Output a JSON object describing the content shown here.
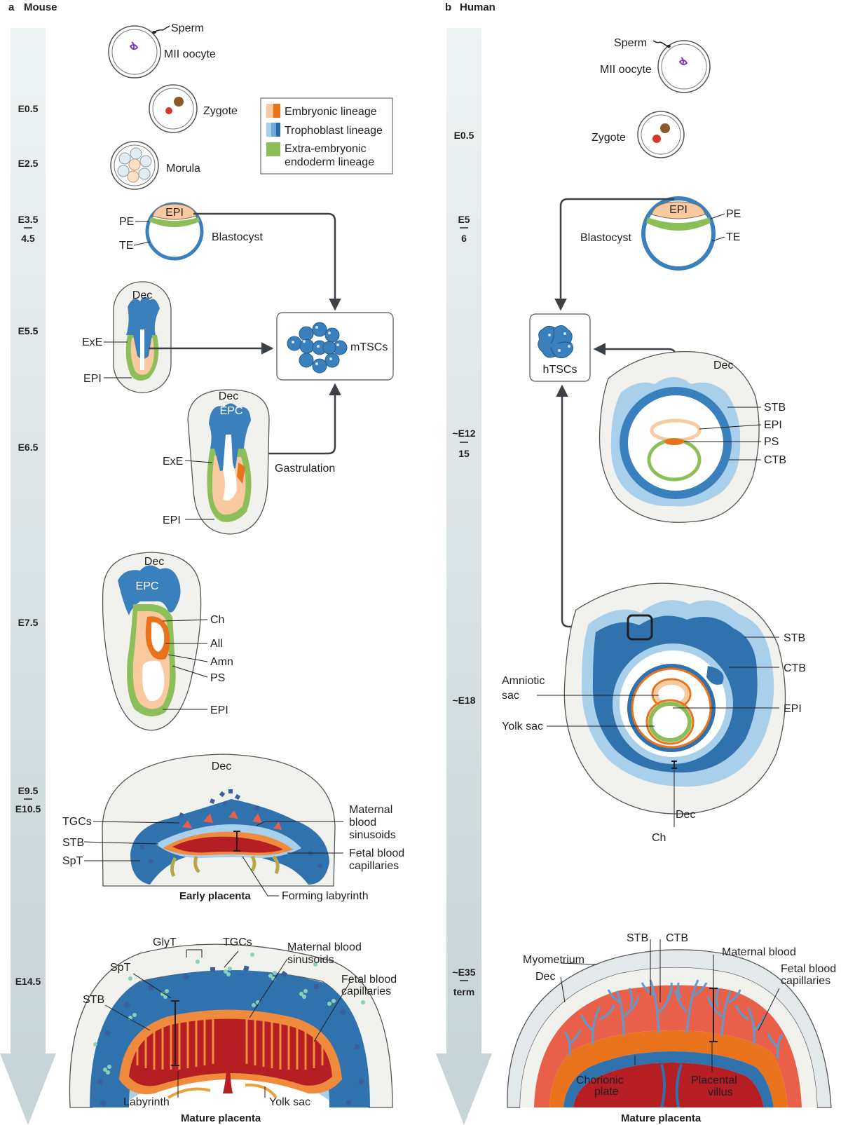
{
  "panels": {
    "a": {
      "letter": "a",
      "title": "Mouse"
    },
    "b": {
      "letter": "b",
      "title": "Human"
    }
  },
  "legend": {
    "embryonic": "Embryonic lineage",
    "trophoblast": "Trophoblast lineage",
    "extra_line1": "Extra-embryonic",
    "extra_line2": "endoderm lineage"
  },
  "colors": {
    "embryonic_light": "#f9c9a0",
    "embryonic_dark": "#e8731c",
    "trophoblast_dark": "#3a80bd",
    "trophoblast_light": "#a9d0ea",
    "extraembryonic": "#8cbf5a",
    "decidua": "#f1f1ee",
    "fetal_blood": "#c1272d",
    "villus_red": "#e9604a",
    "timeline": "#dfe6e8"
  },
  "mouse": {
    "stages": {
      "e05": "E0.5",
      "e25": "E2.5",
      "e35a": "E3.5",
      "e35b": "4.5",
      "e55": "E5.5",
      "e65": "E6.5",
      "e75": "E7.5",
      "e95a": "E9.5",
      "e95b": "E10.5",
      "e145": "E14.5"
    },
    "labels": {
      "sperm": "Sperm",
      "oocyte": "MII oocyte",
      "zygote": "Zygote",
      "morula": "Morula",
      "pe": "PE",
      "epi": "EPI",
      "te": "TE",
      "blastocyst": "Blastocyst",
      "dec": "Dec",
      "exe": "ExE",
      "epc": "EPC",
      "gastrulation": "Gastrulation",
      "mtscs": "mTSCs",
      "ch": "Ch",
      "all": "All",
      "amn": "Amn",
      "ps": "PS",
      "tgcs": "TGCs",
      "stb": "STB",
      "spt": "SpT",
      "maternal_blood1": "Maternal",
      "maternal_blood2": "blood",
      "maternal_blood3": "sinusoids",
      "fetal_blood1": "Fetal blood",
      "fetal_blood2": "capillaries",
      "early_placenta": "Early placenta",
      "forming_labyrinth": "Forming labyrinth",
      "glyt": "GlyT",
      "maternal_sin1": "Maternal blood",
      "maternal_sin2": "sinusoids",
      "labyrinth": "Labyrinth",
      "yolk_sac": "Yolk sac",
      "mature_placenta": "Mature placenta"
    }
  },
  "human": {
    "stages": {
      "e05": "E0.5",
      "e5a": "E5",
      "e5b": "6",
      "e12a": "~E12",
      "e12b": "15",
      "e18": "~E18",
      "e35a": "~E35",
      "e35b": "term"
    },
    "labels": {
      "sperm": "Sperm",
      "oocyte": "MII oocyte",
      "zygote": "Zygote",
      "epi": "EPI",
      "pe": "PE",
      "te": "TE",
      "blastocyst": "Blastocyst",
      "htscs": "hTSCs",
      "dec": "Dec",
      "stb": "STB",
      "ps": "PS",
      "ctb": "CTB",
      "amniotic1": "Amniotic",
      "amniotic2": "sac",
      "yolk_sac": "Yolk sac",
      "ch": "Ch",
      "myometrium": "Myometrium",
      "maternal_blood": "Maternal blood",
      "fetal_blood1": "Fetal blood",
      "fetal_blood2": "capillaries",
      "chorionic1": "Chorionic",
      "chorionic2": "plate",
      "villus1": "Placental",
      "villus2": "villus",
      "mature_placenta": "Mature placenta"
    }
  }
}
